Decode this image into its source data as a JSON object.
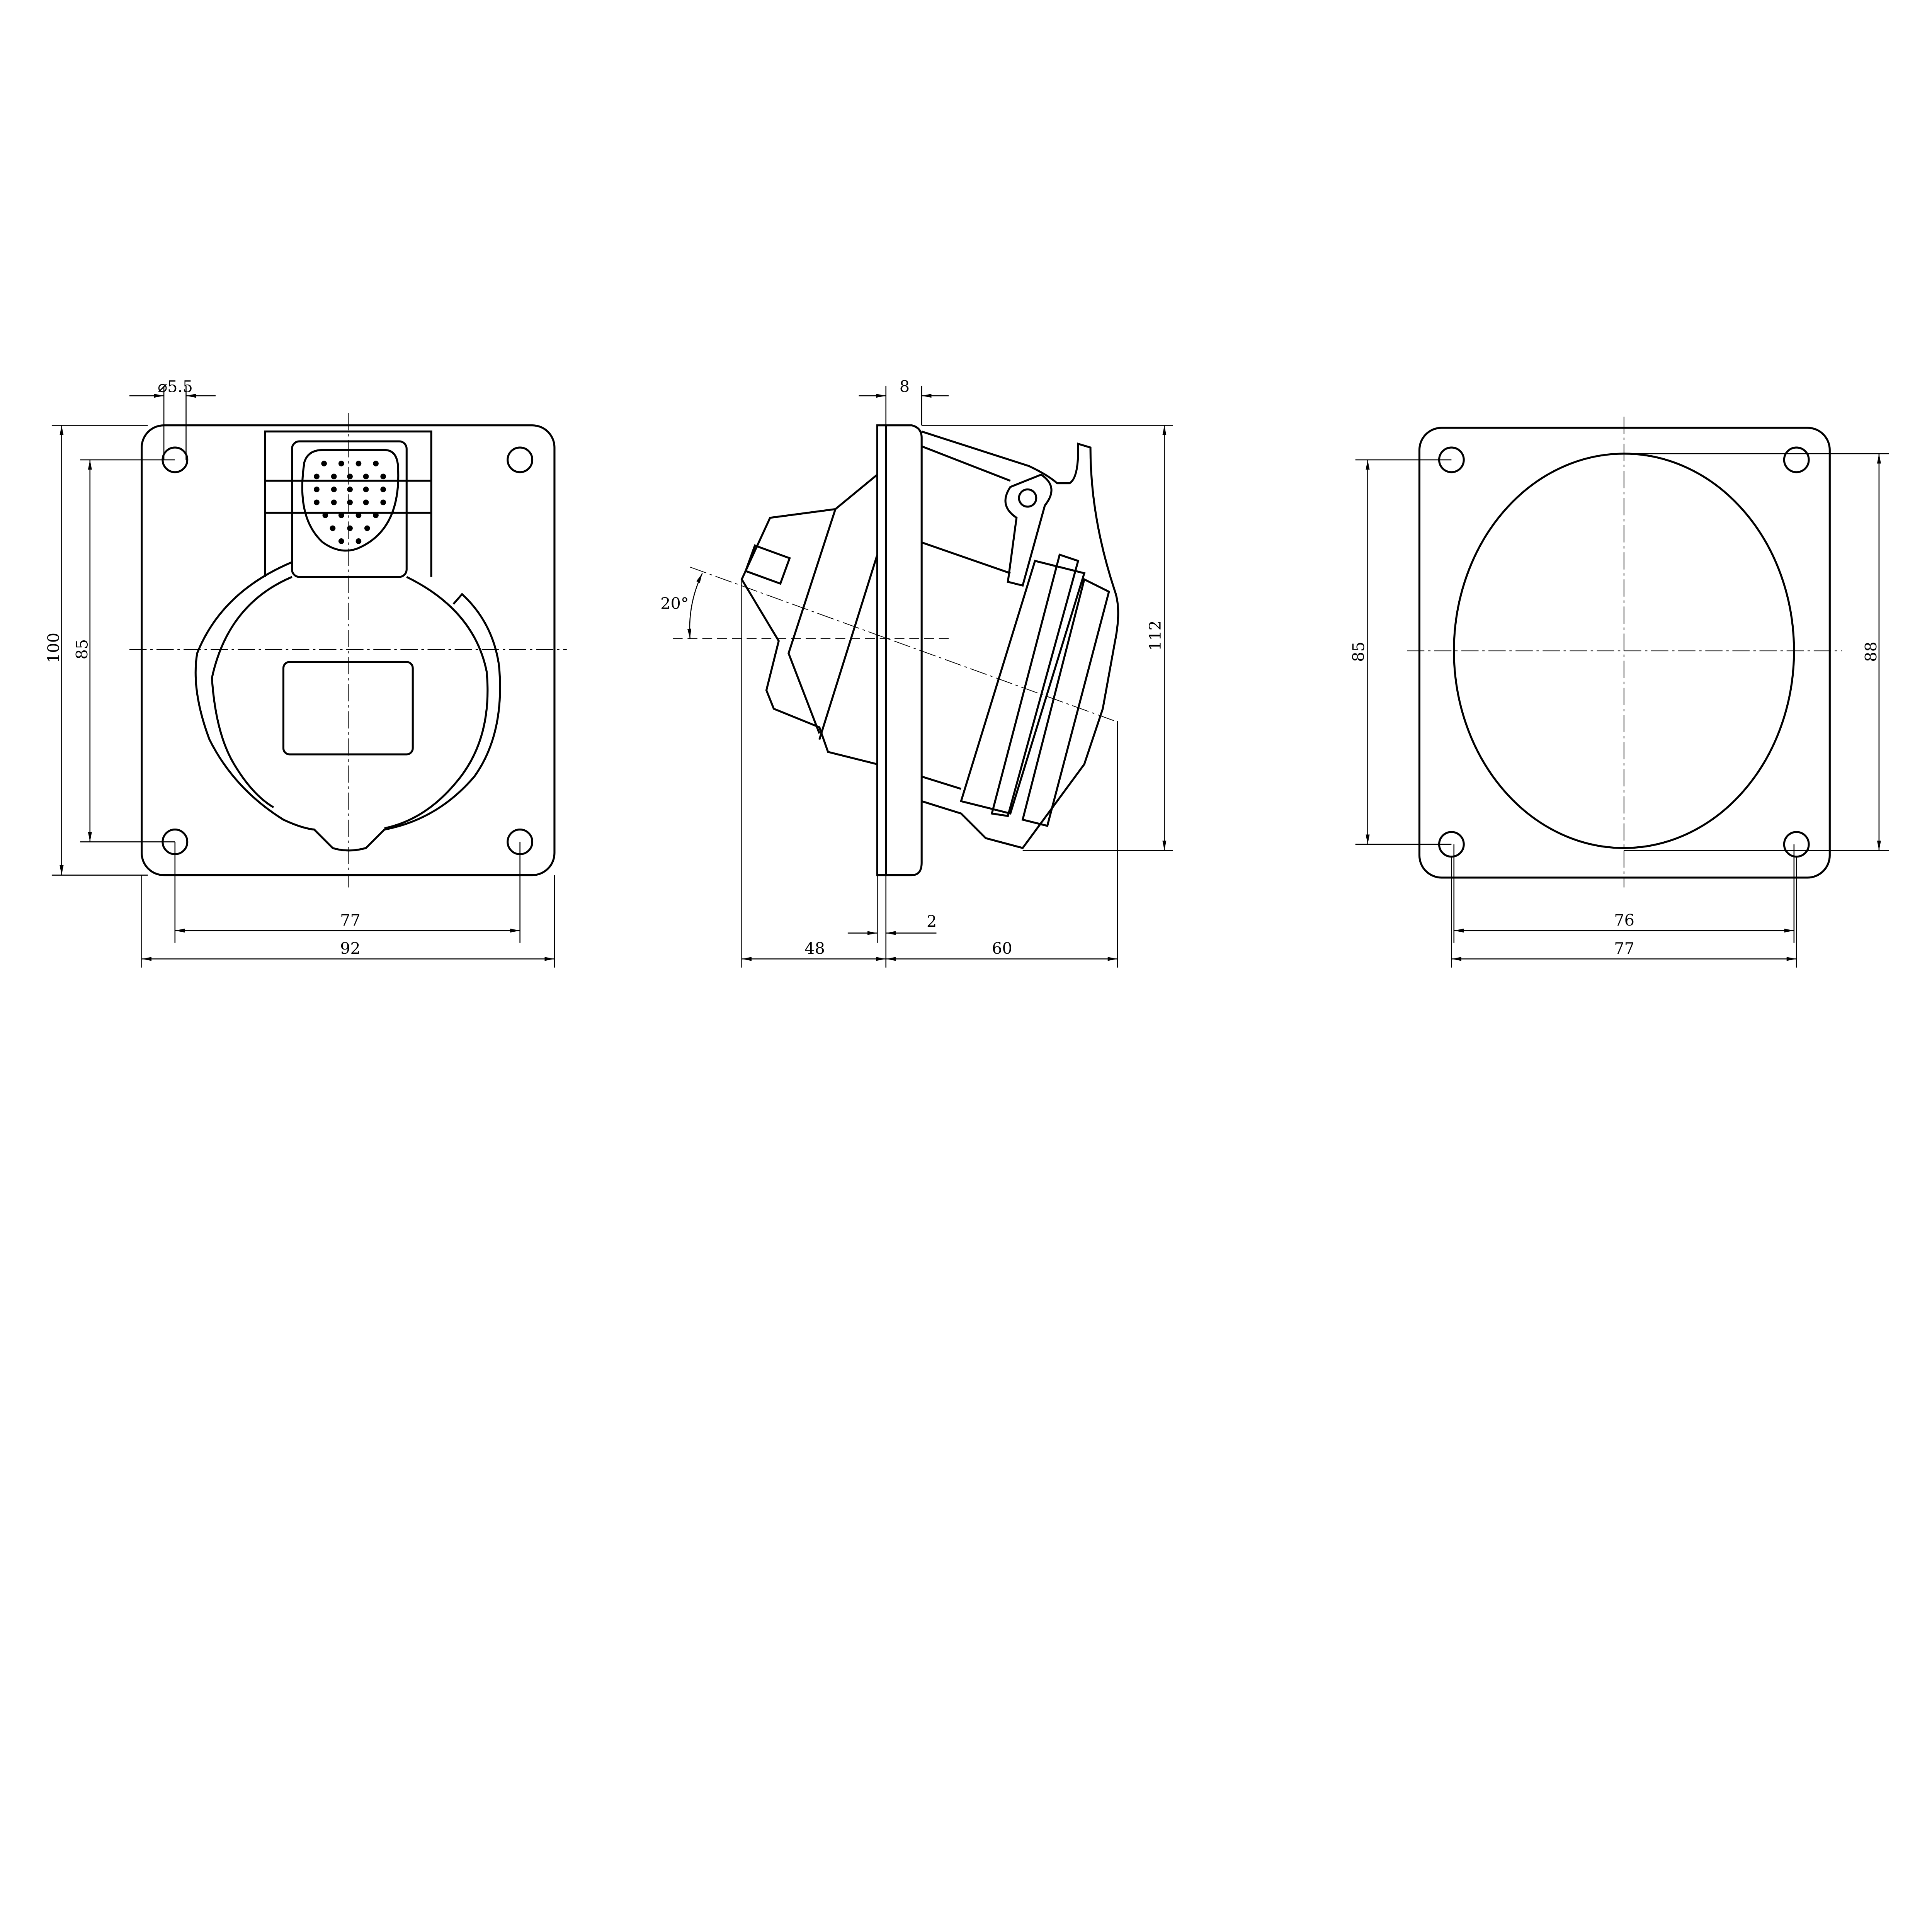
{
  "front_view": {
    "hole_diameter": "⌀5.5",
    "height_overall": "100",
    "height_holes": "85",
    "width_holes": "77",
    "width_overall": "92"
  },
  "side_view": {
    "plate_thickness": "8",
    "tilt_angle": "20°",
    "height": "112",
    "depth_rear": "48",
    "gap": "2",
    "depth_front": "60"
  },
  "rear_view": {
    "height_holes": "85",
    "cutout_height": "88",
    "cutout_width": "76",
    "width_holes": "77"
  }
}
